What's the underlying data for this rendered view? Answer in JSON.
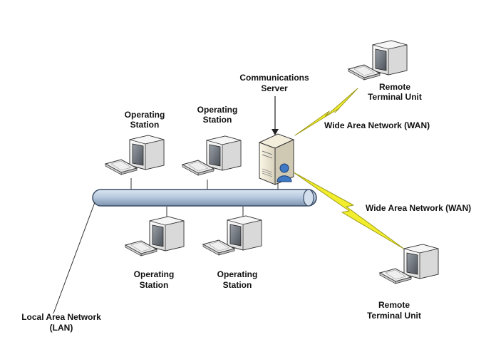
{
  "diagram": {
    "nodes": {
      "station_1": {
        "line1": "Operating",
        "line2": "Station"
      },
      "station_2": {
        "line1": "Operating",
        "line2": "Station"
      },
      "station_3": {
        "line1": "Operating",
        "line2": "Station"
      },
      "station_4": {
        "line1": "Operating",
        "line2": "Station"
      },
      "server": {
        "line1": "Communications",
        "line2": "Server"
      },
      "rtu_top": {
        "line1": "Remote",
        "line2": "Terminal Unit"
      },
      "rtu_bottom": {
        "line1": "Remote",
        "line2": "Terminal Unit"
      }
    },
    "links": {
      "wan_top": "Wide Area Network (WAN)",
      "wan_bottom": "Wide Area Network (WAN)",
      "lan_line1": "Local Area Network",
      "lan_line2": "(LAN)"
    },
    "colors": {
      "bus_fill": "#b9cbe0",
      "bus_stroke": "#3b4d66",
      "lightning": "#f2ee2e",
      "lightning_stroke": "#9c9a17",
      "monitor_body": "#eaeaea",
      "screen": "#6b7078",
      "user_badge": "#3f78c4"
    },
    "icons": {
      "workstation": "computer-workstation-icon",
      "server": "server-tower-icon",
      "user": "user-icon",
      "link": "lightning-bolt-icon"
    }
  }
}
